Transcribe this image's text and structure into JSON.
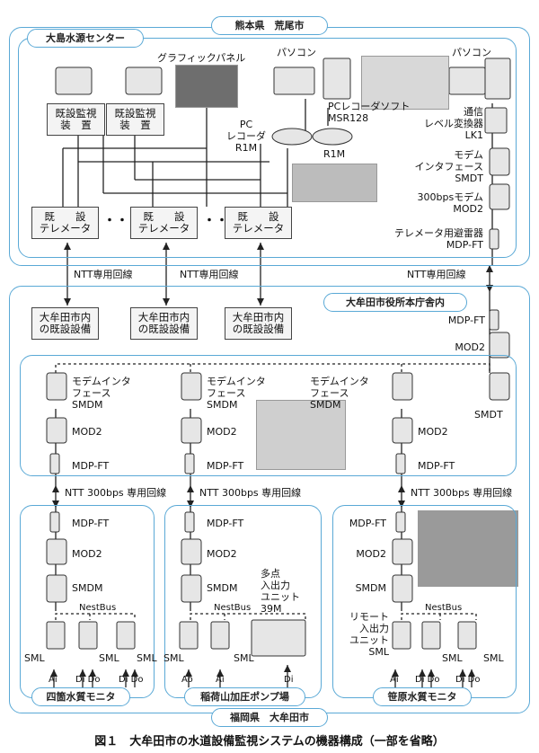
{
  "regions": {
    "top_area": "熊本県　荒尾市",
    "water_center": "大島水源センター",
    "city_hall": "大牟田市役所本庁舎内",
    "bottom_area": "福岡県　大牟田市",
    "site_yotsukado": "四箇水質モニタ",
    "site_inariyama": "稲荷山加圧ポンプ場",
    "site_sasabara": "笹原水質モニタ"
  },
  "equipment": {
    "existing_monitor_1": "既設監視\n装　置",
    "existing_monitor_2": "既設監視\n装　置",
    "graphic_panel": "グラフィックパネル",
    "pc": "パソコン",
    "pc_right": "パソコン",
    "pc_recorder_soft": "PCレコーダソフト\nMSR128",
    "pc_recorder": "PC\nレコーダ\nR1M",
    "r1m": "R1M",
    "comm_level": "通信\nレベル変換器\nLK1",
    "modem_if_smdt": "モデム\nインタフェース\nSMDT",
    "modem_300": "300bpsモデム\nMOD2",
    "telemeter_arrester": "テレメータ用避雷器\nMDP-FT",
    "telemeter_1": "既　　設\nテレメータ",
    "telemeter_2": "既　　設\nテレメータ",
    "telemeter_3": "既　　設\nテレメータ",
    "dots": "・・",
    "ntt_line": "NTT専用回線",
    "omuta_existing": "大牟田市内\nの既設設備",
    "mdpft": "MDP-FT",
    "mod2": "MOD2",
    "smdt": "SMDT",
    "modem_if_smdm": "モデムインタ\nフェース\nSMDM",
    "smdm": "SMDM",
    "ntt_300bps": "NTT 300bps 専用回線",
    "nestbus": "NestBus",
    "sml": "SML",
    "multi_io": "多点\n入出力\nユニット\n39M",
    "remote_io": "リモート\n入出力\nユニット\nSML",
    "ai": "Ai",
    "ao": "Ao",
    "di": "Di",
    "do": "Do",
    "di_do": "Di Do"
  },
  "caption": "図１　大牟田市の水道設備監視システムの機器構成（一部を省略）"
}
